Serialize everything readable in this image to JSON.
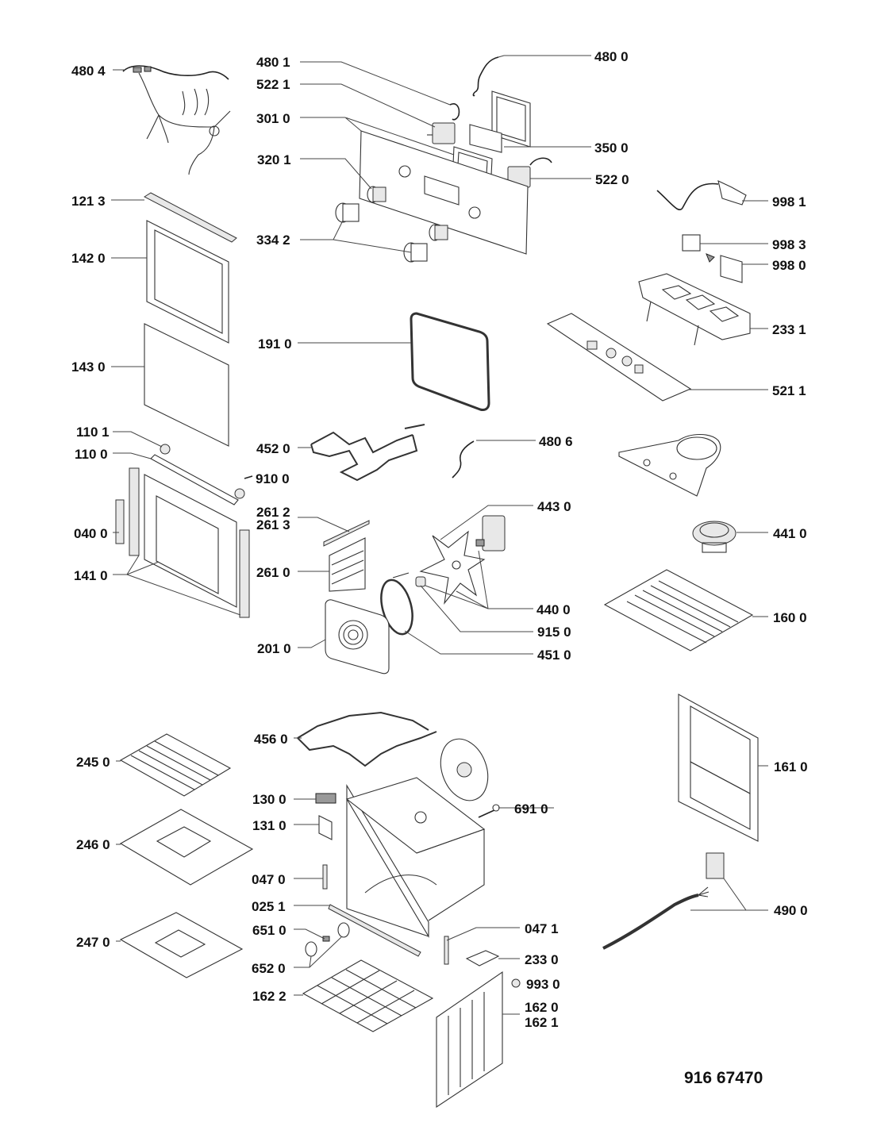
{
  "title": "Oven exploded parts diagram",
  "document_number": "916 67470",
  "callouts": [
    {
      "id": "480-4",
      "label": "480 4",
      "part": "main wiring harness"
    },
    {
      "id": "480-1",
      "label": "480 1",
      "part": "small wire"
    },
    {
      "id": "522-1",
      "label": "522 1",
      "part": "control switch"
    },
    {
      "id": "301-0",
      "label": "301 0",
      "part": "control panel"
    },
    {
      "id": "320-1",
      "label": "320 1",
      "part": "knob bush"
    },
    {
      "id": "334-2",
      "label": "334 2",
      "part": "control knob"
    },
    {
      "id": "480-0",
      "label": "480 0",
      "part": "wire"
    },
    {
      "id": "350-0",
      "label": "350 0",
      "part": "display bracket"
    },
    {
      "id": "522-0",
      "label": "522 0",
      "part": "control switch"
    },
    {
      "id": "998-1",
      "label": "998 1",
      "part": "cable with plug"
    },
    {
      "id": "998-3",
      "label": "998 3",
      "part": "label"
    },
    {
      "id": "998-0",
      "label": "998 0",
      "part": "module box"
    },
    {
      "id": "233-1",
      "label": "233 1",
      "part": "board bracket"
    },
    {
      "id": "521-1",
      "label": "521 1",
      "part": "electronic board"
    },
    {
      "id": "121-3",
      "label": "121 3",
      "part": "door top profile"
    },
    {
      "id": "142-0",
      "label": "142 0",
      "part": "outer door glass"
    },
    {
      "id": "143-0",
      "label": "143 0",
      "part": "inner door glass"
    },
    {
      "id": "191-0",
      "label": "191 0",
      "part": "door gasket"
    },
    {
      "id": "110-1",
      "label": "110 1",
      "part": "bumper"
    },
    {
      "id": "110-0",
      "label": "110 0",
      "part": "door profile"
    },
    {
      "id": "910-0",
      "label": "910 0",
      "part": "screw"
    },
    {
      "id": "452-0",
      "label": "452 0",
      "part": "top heating element"
    },
    {
      "id": "480-6",
      "label": "480 6",
      "part": "wire"
    },
    {
      "id": "040-0",
      "label": "040 0",
      "part": "door hinge"
    },
    {
      "id": "141-0",
      "label": "141 0",
      "part": "door frame"
    },
    {
      "id": "261-2",
      "label": "261 2",
      "part": "shelf guide"
    },
    {
      "id": "261-3",
      "label": "261 3",
      "part": "shelf guide"
    },
    {
      "id": "261-0",
      "label": "261 0",
      "part": "side rack"
    },
    {
      "id": "443-0",
      "label": "443 0",
      "part": "fan motor"
    },
    {
      "id": "441-0",
      "label": "441 0",
      "part": "cooling fan"
    },
    {
      "id": "440-0",
      "label": "440 0",
      "part": "fan blade"
    },
    {
      "id": "915-0",
      "label": "915 0",
      "part": "nut"
    },
    {
      "id": "451-0",
      "label": "451 0",
      "part": "circular heating element"
    },
    {
      "id": "201-0",
      "label": "201 0",
      "part": "fan cover"
    },
    {
      "id": "160-0",
      "label": "160 0",
      "part": "top panel"
    },
    {
      "id": "456-0",
      "label": "456 0",
      "part": "bottom heating element"
    },
    {
      "id": "245-0",
      "label": "245 0",
      "part": "wire grill"
    },
    {
      "id": "161-0",
      "label": "161 0",
      "part": "back panel"
    },
    {
      "id": "130-0",
      "label": "130 0",
      "part": "door lock"
    },
    {
      "id": "691-0",
      "label": "691 0",
      "part": "thermostat probe"
    },
    {
      "id": "131-0",
      "label": "131 0",
      "part": "bracket"
    },
    {
      "id": "246-0",
      "label": "246 0",
      "part": "baking tray"
    },
    {
      "id": "047-0",
      "label": "047 0",
      "part": "hinge receiver"
    },
    {
      "id": "025-1",
      "label": "025 1",
      "part": "front profile"
    },
    {
      "id": "490-0",
      "label": "490 0",
      "part": "terminal block with cable"
    },
    {
      "id": "651-0",
      "label": "651 0",
      "part": "lamp holder"
    },
    {
      "id": "047-1",
      "label": "047 1",
      "part": "hinge receiver"
    },
    {
      "id": "247-0",
      "label": "247 0",
      "part": "drip pan"
    },
    {
      "id": "233-0",
      "label": "233 0",
      "part": "bracket"
    },
    {
      "id": "652-0",
      "label": "652 0",
      "part": "lamp cover"
    },
    {
      "id": "993-0",
      "label": "993 0",
      "part": "foot"
    },
    {
      "id": "162-2",
      "label": "162 2",
      "part": "bottom insulation"
    },
    {
      "id": "162-0",
      "label": "162 0",
      "part": "side panel"
    },
    {
      "id": "162-1",
      "label": "162 1",
      "part": "side panel"
    }
  ]
}
